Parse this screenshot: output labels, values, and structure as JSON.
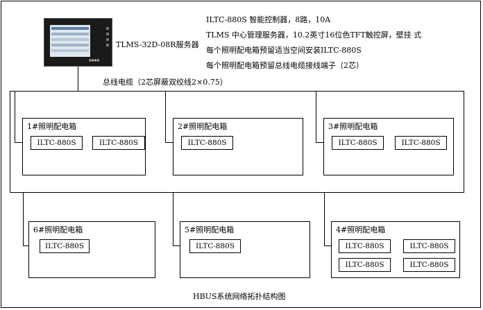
{
  "header_specs": [
    "ILTC-880S  智能控制器，8路，10A",
    "TLMS  中心管理服务器，10.2英寸16位色TFT触控屏，壁挂 式",
    "每个照明配电箱预留适当空间安装ILTC-880S",
    "每个照明配电箱预留总线电缆接线端子（2芯）"
  ],
  "server_label": "TLMS-32D-08R服务器",
  "bus_label": "总线电缆（2芯屏蔽双绞线2×0.75）",
  "diagram_caption": "HBUS系统网络拓扑结构图",
  "panels": {
    "p1": {
      "title": "1#照明配电箱",
      "controllers": [
        "ILTC-880S",
        "ILTC-880S"
      ]
    },
    "p2": {
      "title": "2#照明配电箱",
      "controllers": [
        "ILTC-880S"
      ]
    },
    "p3": {
      "title": "3#照明配电箱",
      "controllers": [
        "ILTC-880S",
        "ILTC-880S"
      ]
    },
    "p6": {
      "title": "6#照明配电箱",
      "controllers": [
        "ILTC-880S"
      ]
    },
    "p5": {
      "title": "5#照明配电箱",
      "controllers": [
        "ILTC-880S"
      ]
    },
    "p4": {
      "title": "4#照明配电箱",
      "controllers": [
        "ILTC-880S",
        "ILTC-880S",
        "ILTC-880S",
        "ILTC-880S"
      ]
    }
  }
}
